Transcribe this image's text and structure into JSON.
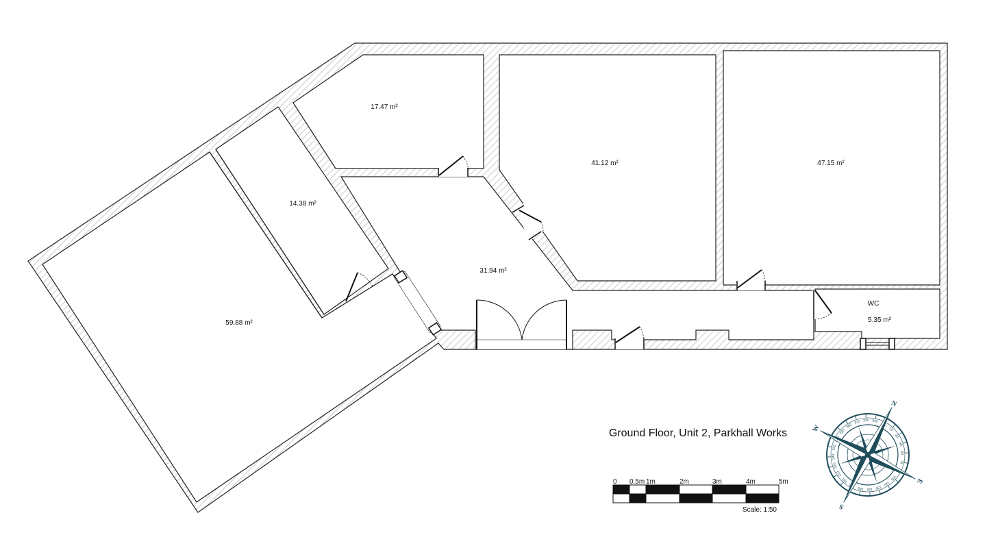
{
  "title": "Ground Floor, Unit 2, Parkhall Works",
  "rooms": [
    {
      "id": "room-59",
      "area": "59.88 m²"
    },
    {
      "id": "room-14",
      "area": "14.38 m²"
    },
    {
      "id": "room-17",
      "area": "17.47 m²"
    },
    {
      "id": "room-31",
      "area": "31.94 m²"
    },
    {
      "id": "room-41",
      "area": "41.12 m²"
    },
    {
      "id": "room-47",
      "area": "47.15 m²"
    },
    {
      "id": "room-wc",
      "name": "WC",
      "area": "5.35 m²"
    }
  ],
  "scale_bar": {
    "ticks": [
      "0",
      "0.5m",
      "1m",
      "2m",
      "3m",
      "4m",
      "5m"
    ],
    "caption": "Scale: 1:50"
  },
  "compass": {
    "cardinals": [
      "N",
      "E",
      "S",
      "W"
    ],
    "bearings": [
      "15",
      "30",
      "45",
      "60",
      "75",
      "90",
      "105",
      "120",
      "135",
      "150",
      "165",
      "180",
      "195",
      "210",
      "225",
      "240",
      "255",
      "270",
      "285",
      "300",
      "315",
      "330",
      "345"
    ]
  },
  "colors": {
    "wall_line": "#222222",
    "wall_hatch": "#cfcfcf",
    "compass": "#1f4d5c"
  }
}
